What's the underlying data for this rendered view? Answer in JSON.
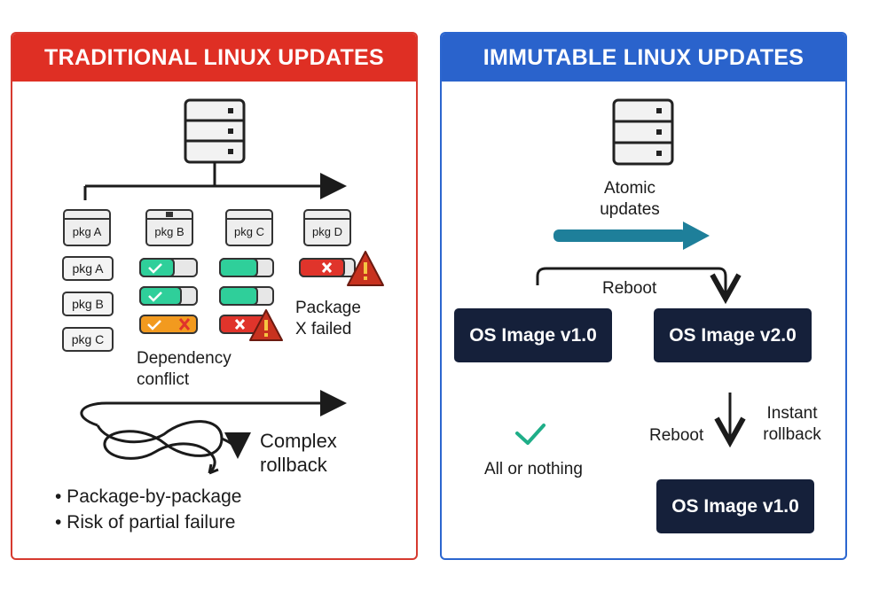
{
  "left_panel": {
    "title": "TRADITIONAL LINUX UPDATES",
    "top_packages": [
      "pkg A",
      "pkg B",
      "pkg C",
      "pkg D"
    ],
    "installed_packages": [
      "pkg A",
      "pkg B",
      "pkg C"
    ],
    "dependency_conflict": "Dependency\nconflict",
    "package_failed": "Package\nX failed",
    "complex_rollback": "Complex\nrollback",
    "bullets": [
      "• Package-by-package",
      "• Risk of partial failure"
    ],
    "colors": {
      "header": "#df2f24",
      "success": "#2fcf9a",
      "warning": "#f29a1f",
      "error": "#e0342b"
    }
  },
  "right_panel": {
    "title": "IMMUTABLE LINUX UPDATES",
    "atomic_updates": "Atomic\nupdates",
    "reboot_top": "Reboot",
    "os_image_v1": "OS Image v1.0",
    "os_image_v2": "OS Image v2.0",
    "all_or_nothing": "All or nothing",
    "reboot_bottom": "Reboot",
    "instant_rollback": "Instant\nrollback",
    "os_image_v1_rollback": "OS Image v1.0",
    "colors": {
      "header": "#2a63cc",
      "arrow": "#1e7f9a",
      "check": "#1fae88",
      "os_box": "#15203a"
    }
  }
}
